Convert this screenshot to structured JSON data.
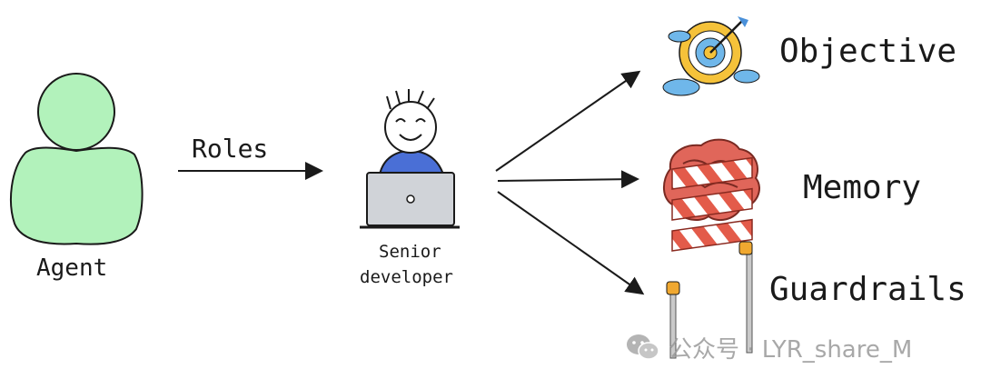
{
  "diagram": {
    "agent_label": "Agent",
    "roles_label": "Roles",
    "role_name_line1": "Senior",
    "role_name_line2": "developer",
    "objective_label": "Objective",
    "memory_label": "Memory",
    "guardrails_label": "Guardrails"
  },
  "watermark": {
    "text": "公众号 · LYR_share_M"
  },
  "colors": {
    "agent_fill": "#b2f2bb",
    "shirt": "#4a6fd6",
    "laptop": "#d0d3d8",
    "brain": "#e0665a",
    "target_yellow": "#f5c23a",
    "cloud_blue": "#6fb7ea",
    "barrier_red": "#e35b4a"
  }
}
